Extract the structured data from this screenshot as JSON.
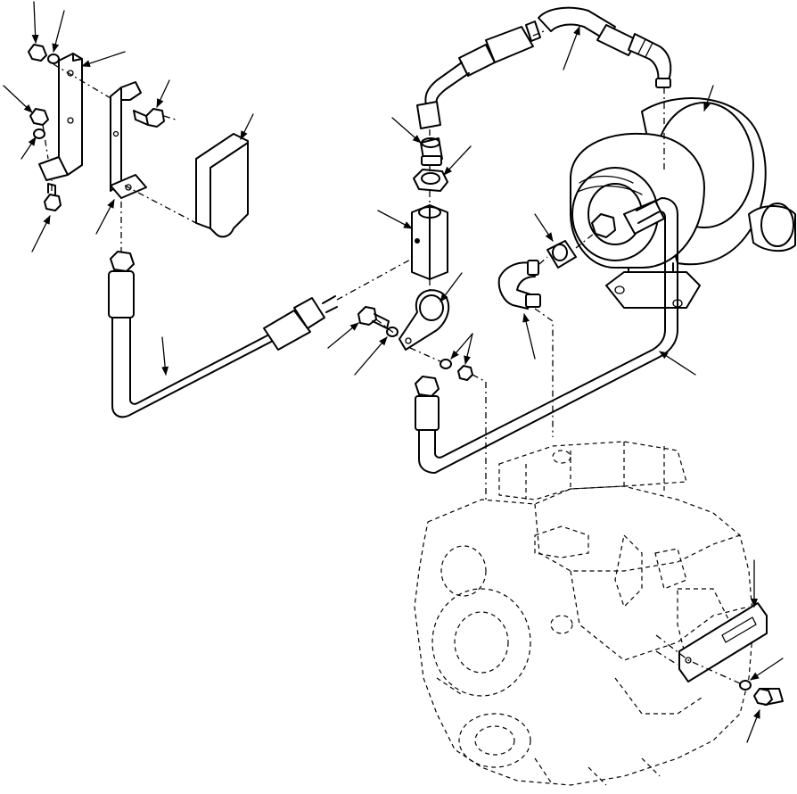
{
  "diagram": {
    "parts": [
      {
        "id": "nut-top-left",
        "icon": "hex-nut-icon"
      },
      {
        "id": "washer-top-left",
        "icon": "lock-washer-icon"
      },
      {
        "id": "bracket-plate",
        "icon": "bracket-icon"
      },
      {
        "id": "nut-left",
        "icon": "hex-nut-icon"
      },
      {
        "id": "washer-left",
        "icon": "lock-washer-icon"
      },
      {
        "id": "bolt-bracket",
        "icon": "bolt-icon"
      },
      {
        "id": "angle-bracket",
        "icon": "bracket-icon"
      },
      {
        "id": "cover-block",
        "icon": "cover-icon"
      },
      {
        "id": "bolt-bottom-left",
        "icon": "bolt-icon"
      },
      {
        "id": "oil-supply-hose",
        "icon": "hose-icon"
      },
      {
        "id": "reducer-union",
        "icon": "fitting-icon"
      },
      {
        "id": "tube-nut",
        "icon": "hex-nut-icon"
      },
      {
        "id": "tee-adapter",
        "icon": "fitting-icon"
      },
      {
        "id": "clamp",
        "icon": "clamp-icon"
      },
      {
        "id": "clamp-bolt",
        "icon": "bolt-icon"
      },
      {
        "id": "clamp-washer",
        "icon": "lock-washer-icon"
      },
      {
        "id": "clamp-nuts",
        "icon": "hex-nut-icon"
      },
      {
        "id": "turbo-adapter",
        "icon": "fitting-icon"
      },
      {
        "id": "elbow-fitting",
        "icon": "elbow-icon"
      },
      {
        "id": "drain-tube",
        "icon": "tube-icon"
      },
      {
        "id": "upper-hose",
        "icon": "hose-icon"
      },
      {
        "id": "turbocharger",
        "icon": "turbocharger-icon"
      },
      {
        "id": "engine-block",
        "icon": "engine-icon"
      },
      {
        "id": "decal-plate",
        "icon": "plate-icon"
      },
      {
        "id": "plate-washer",
        "icon": "lock-washer-icon"
      },
      {
        "id": "plate-bolt",
        "icon": "bolt-icon"
      }
    ]
  }
}
